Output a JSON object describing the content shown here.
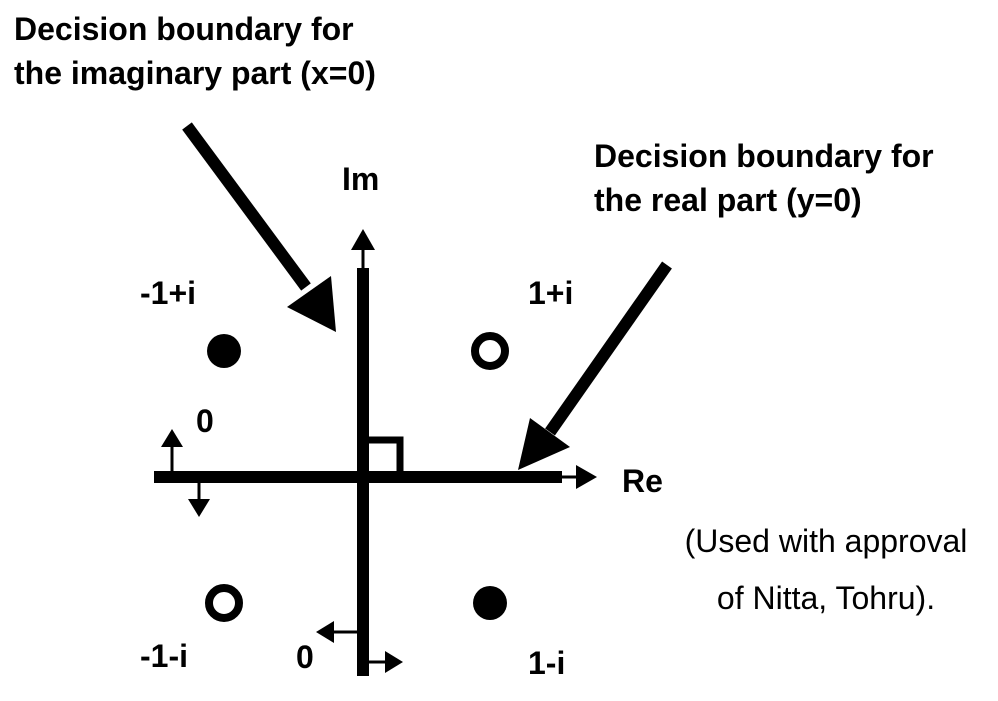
{
  "annotations": {
    "imag_boundary": [
      "Decision boundary for",
      "the imaginary part (x=0)"
    ],
    "real_boundary": [
      "Decision boundary for",
      "the real part (y=0)"
    ]
  },
  "axes": {
    "x_label": "Re",
    "y_label": "Im"
  },
  "points": [
    {
      "label": "-1+i",
      "re": -1,
      "im": 1,
      "style": "filled"
    },
    {
      "label": "1+i",
      "re": 1,
      "im": 1,
      "style": "hollow"
    },
    {
      "label": "-1-i",
      "re": -1,
      "im": -1,
      "style": "hollow"
    },
    {
      "label": "1-i",
      "re": 1,
      "im": -1,
      "style": "filled"
    }
  ],
  "decision_labels": {
    "real_side": "0",
    "imag_side": "0"
  },
  "credit": [
    "(Used with approval",
    "of Nitta, Tohru)."
  ]
}
